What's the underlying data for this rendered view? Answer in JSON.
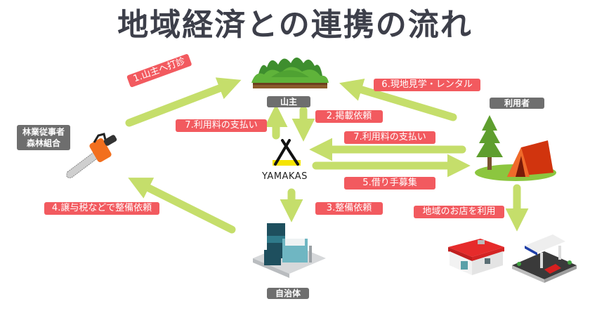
{
  "title": "地域経済との連携の流れ",
  "colors": {
    "arrow": "#c5de6b",
    "tag_bg": "#f25a5f",
    "node_bg": "#6e6e6e",
    "title": "#3d3f4a",
    "logo_yellow": "#f5e400"
  },
  "nodes": {
    "mountain_owner": "山主",
    "forestry": [
      "林業従事者",
      "森林組合"
    ],
    "users": "利用者",
    "municipality": "自治体",
    "platform": "YAMAKAS"
  },
  "flows": [
    {
      "label": "1.山主へ打診",
      "from": "林業従事者・森林組合",
      "to": "山主"
    },
    {
      "label": "2.掲載依頼",
      "from": "山主",
      "to": "YAMAKAS"
    },
    {
      "label": "3.整備依頼",
      "from": "YAMAKAS",
      "to": "自治体"
    },
    {
      "label": "4.譲与税などで整備依頼",
      "from": "自治体",
      "to": "林業従事者・森林組合"
    },
    {
      "label": "5.借り手募集",
      "from": "YAMAKAS",
      "to": "利用者"
    },
    {
      "label": "6.現地見学・レンタル",
      "from": "利用者",
      "to": "山主"
    },
    {
      "label": "7.利用料の支払い",
      "from": "利用者",
      "to": "YAMAKAS"
    },
    {
      "label": "7.利用料の支払い",
      "from": "YAMAKAS",
      "to": "山主"
    },
    {
      "label": "地域のお店を利用",
      "from": "利用者",
      "to": "地域のお店"
    }
  ],
  "icons": {
    "mountain": "forest-mountain-icon",
    "chainsaw": "chainsaw-icon",
    "camp": "tent-tree-icon",
    "building": "city-hall-icon",
    "shop": "convenience-store-icon",
    "gas": "gas-station-icon",
    "logo": "yamakas-logo-icon"
  }
}
